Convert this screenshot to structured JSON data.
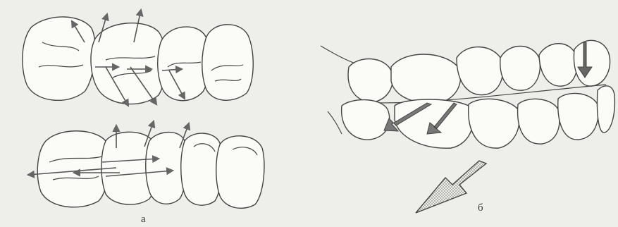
{
  "figure": {
    "panel_a_label": "а",
    "panel_b_label": "б"
  },
  "colors": {
    "background": "#eeeeea",
    "tooth_fill": "#fbfbf8",
    "outline": "#444444",
    "arrow": "#666666",
    "stipple": "#777777"
  },
  "icons": [
    "upper-teeth-row-a",
    "lower-teeth-row-a",
    "upper-teeth-row-b",
    "lower-teeth-row-b",
    "large-stippled-arrow"
  ]
}
